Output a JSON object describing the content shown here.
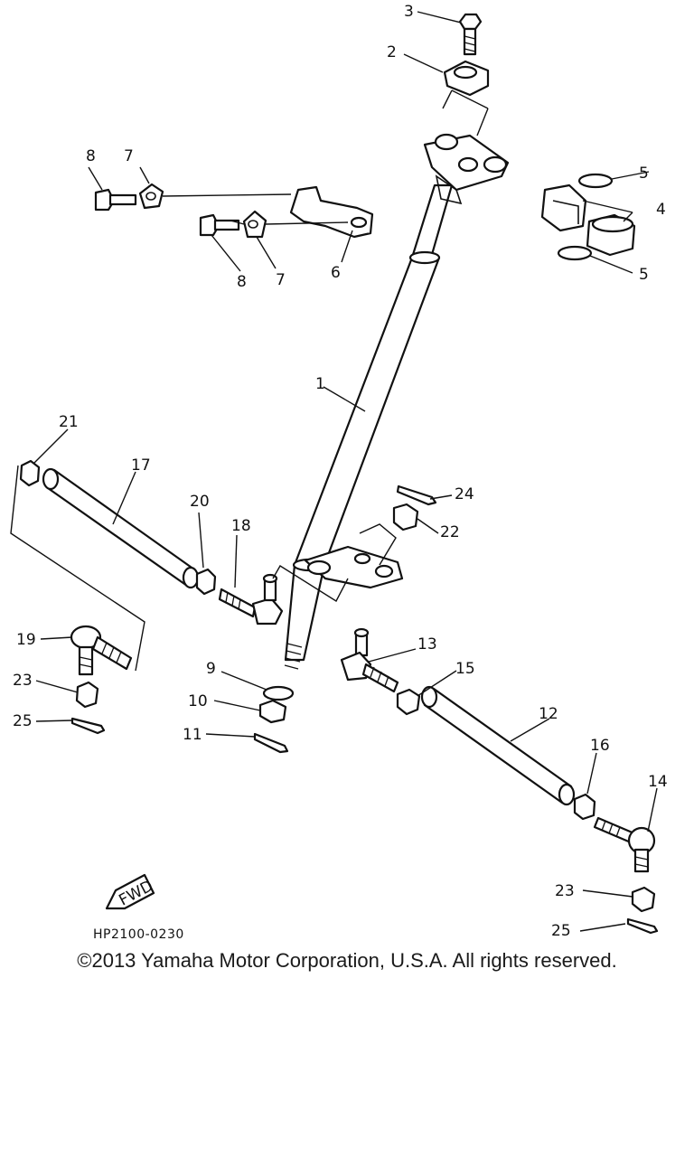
{
  "diagram": {
    "callouts": {
      "c1": "1",
      "c2": "2",
      "c3": "3",
      "c4": "4",
      "c5a": "5",
      "c5b": "5",
      "c6": "6",
      "c7a": "7",
      "c7b": "7",
      "c8a": "8",
      "c8b": "8",
      "c9": "9",
      "c10": "10",
      "c11": "11",
      "c12": "12",
      "c13": "13",
      "c14": "14",
      "c15": "15",
      "c16": "16",
      "c17": "17",
      "c18": "18",
      "c19": "19",
      "c20": "20",
      "c21": "21",
      "c22": "22",
      "c23a": "23",
      "c23b": "23",
      "c24": "24",
      "c25a": "25",
      "c25b": "25"
    },
    "fwd_label": "FWD",
    "diagram_code": "HP2100-0230",
    "copyright": "©2013 Yamaha Motor Corporation, U.S.A. All rights reserved."
  }
}
